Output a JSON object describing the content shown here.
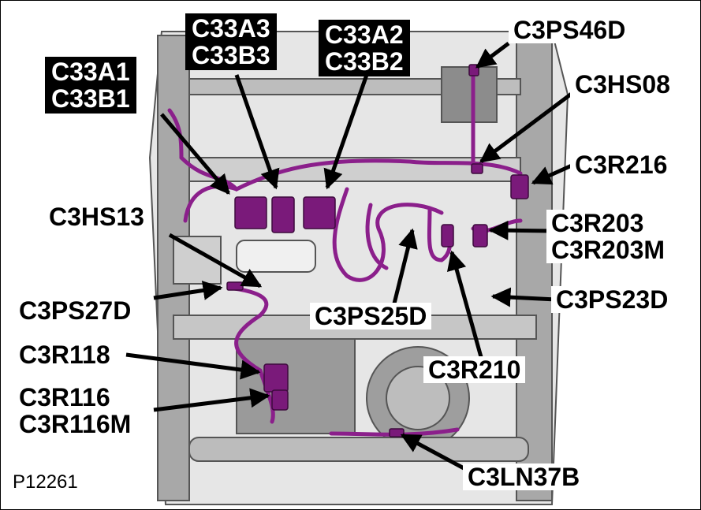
{
  "figure_id": "P12261",
  "labels": {
    "c33a1": [
      "C33A1",
      "C33B1"
    ],
    "c33a3": [
      "C33A3",
      "C33B3"
    ],
    "c33a2": [
      "C33A2",
      "C33B2"
    ],
    "c3ps46d": "C3PS46D",
    "c3hs08": "C3HS08",
    "c3r216": "C3R216",
    "c3r203": [
      "C3R203",
      "C3R203M"
    ],
    "c3hs13": "C3HS13",
    "c3ps27d": "C3PS27D",
    "c3ps25d": "C3PS25D",
    "c3ps23d": "C3PS23D",
    "c3r118": "C3R118",
    "c3r210": "C3R210",
    "c3r116": [
      "C3R116",
      "C3R116M"
    ],
    "c3ln37b": "C3LN37B"
  },
  "colors": {
    "harness": "#8b1f8b",
    "connector": "#7a1a7a",
    "frame_gray": "#9a9a9a"
  }
}
